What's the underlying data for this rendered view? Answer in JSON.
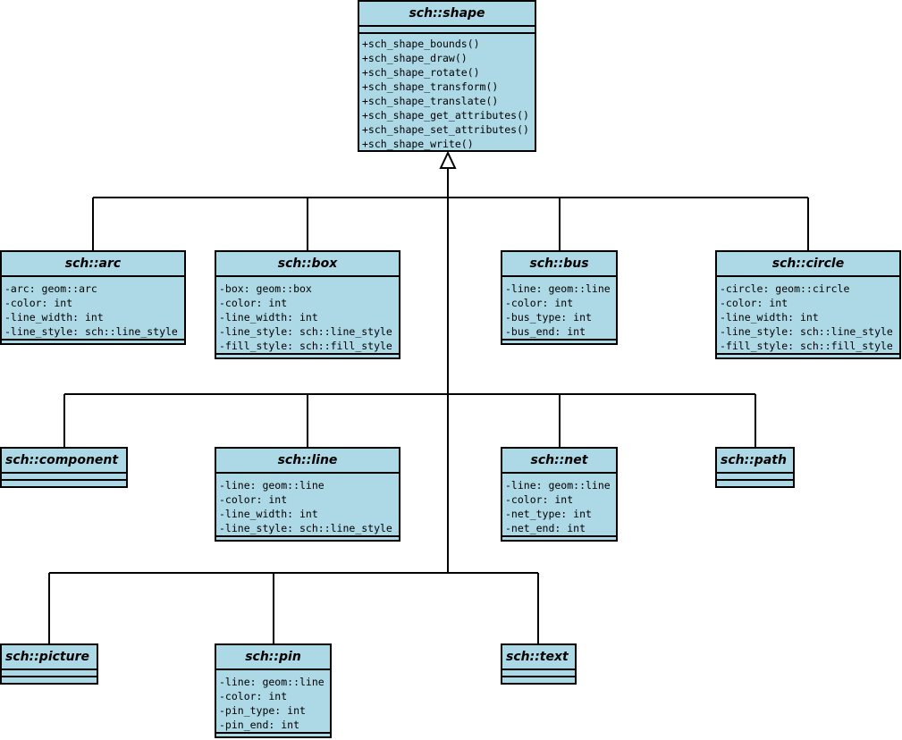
{
  "classes": {
    "shape": {
      "name": "sch::shape",
      "attributes": [],
      "methods": [
        "+sch_shape_bounds()",
        "+sch_shape_draw()",
        "+sch_shape_rotate()",
        "+sch_shape_transform()",
        "+sch_shape_translate()",
        "+sch_shape_get_attributes()",
        "+sch_shape_set_attributes()",
        "+sch_shape_write()"
      ]
    },
    "arc": {
      "name": "sch::arc",
      "attributes": [
        "-arc: geom::arc",
        "-color: int",
        "-line_width: int",
        "-line_style: sch::line_style"
      ],
      "methods": []
    },
    "box": {
      "name": "sch::box",
      "attributes": [
        "-box: geom::box",
        "-color: int",
        "-line_width: int",
        "-line_style: sch::line_style",
        "-fill_style: sch::fill_style"
      ],
      "methods": []
    },
    "bus": {
      "name": "sch::bus",
      "attributes": [
        "-line: geom::line",
        "-color: int",
        "-bus_type: int",
        "-bus_end: int"
      ],
      "methods": []
    },
    "circle": {
      "name": "sch::circle",
      "attributes": [
        "-circle: geom::circle",
        "-color: int",
        "-line_width: int",
        "-line_style: sch::line_style",
        "-fill_style: sch::fill_style"
      ],
      "methods": []
    },
    "component": {
      "name": "sch::component",
      "attributes": [],
      "methods": []
    },
    "line": {
      "name": "sch::line",
      "attributes": [
        "-line: geom::line",
        "-color: int",
        "-line_width: int",
        "-line_style: sch::line_style"
      ],
      "methods": []
    },
    "net": {
      "name": "sch::net",
      "attributes": [
        "-line: geom::line",
        "-color: int",
        "-net_type: int",
        "-net_end: int"
      ],
      "methods": []
    },
    "path": {
      "name": "sch::path",
      "attributes": [],
      "methods": []
    },
    "picture": {
      "name": "sch::picture",
      "attributes": [],
      "methods": []
    },
    "pin": {
      "name": "sch::pin",
      "attributes": [
        "-line: geom::line",
        "-color: int",
        "-pin_type: int",
        "-pin_end: int"
      ],
      "methods": []
    },
    "text": {
      "name": "sch::text",
      "attributes": [],
      "methods": []
    }
  },
  "colors": {
    "class_fill": "#add8e6",
    "stroke": "#000000"
  },
  "relations": {
    "type": "generalization",
    "parent": "shape",
    "children": [
      "arc",
      "box",
      "bus",
      "circle",
      "component",
      "line",
      "net",
      "path",
      "picture",
      "pin",
      "text"
    ]
  }
}
